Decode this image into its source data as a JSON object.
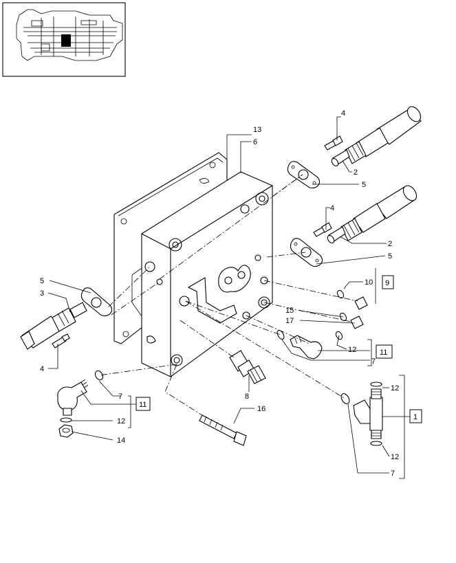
{
  "labels": {
    "p13": "13",
    "p6": "6",
    "p4_top": "4",
    "p2_top": "2",
    "p5_top": "5",
    "p4_mid": "4",
    "p2_mid": "2",
    "p5_mid": "5",
    "p10": "10",
    "p9": "9",
    "p15": "15",
    "p17": "17",
    "p12_mid": "12",
    "p11_right": "11",
    "p7_mid": "7",
    "p5_left": "5",
    "p3": "3",
    "p4_left": "4",
    "p7_left": "7",
    "p11_left": "11",
    "p12_left": "12",
    "p14": "14",
    "p8": "8",
    "p16": "16",
    "p12_tee_top": "12",
    "p1": "1",
    "p12_tee_bottom": "12",
    "p7_tee": "7"
  }
}
